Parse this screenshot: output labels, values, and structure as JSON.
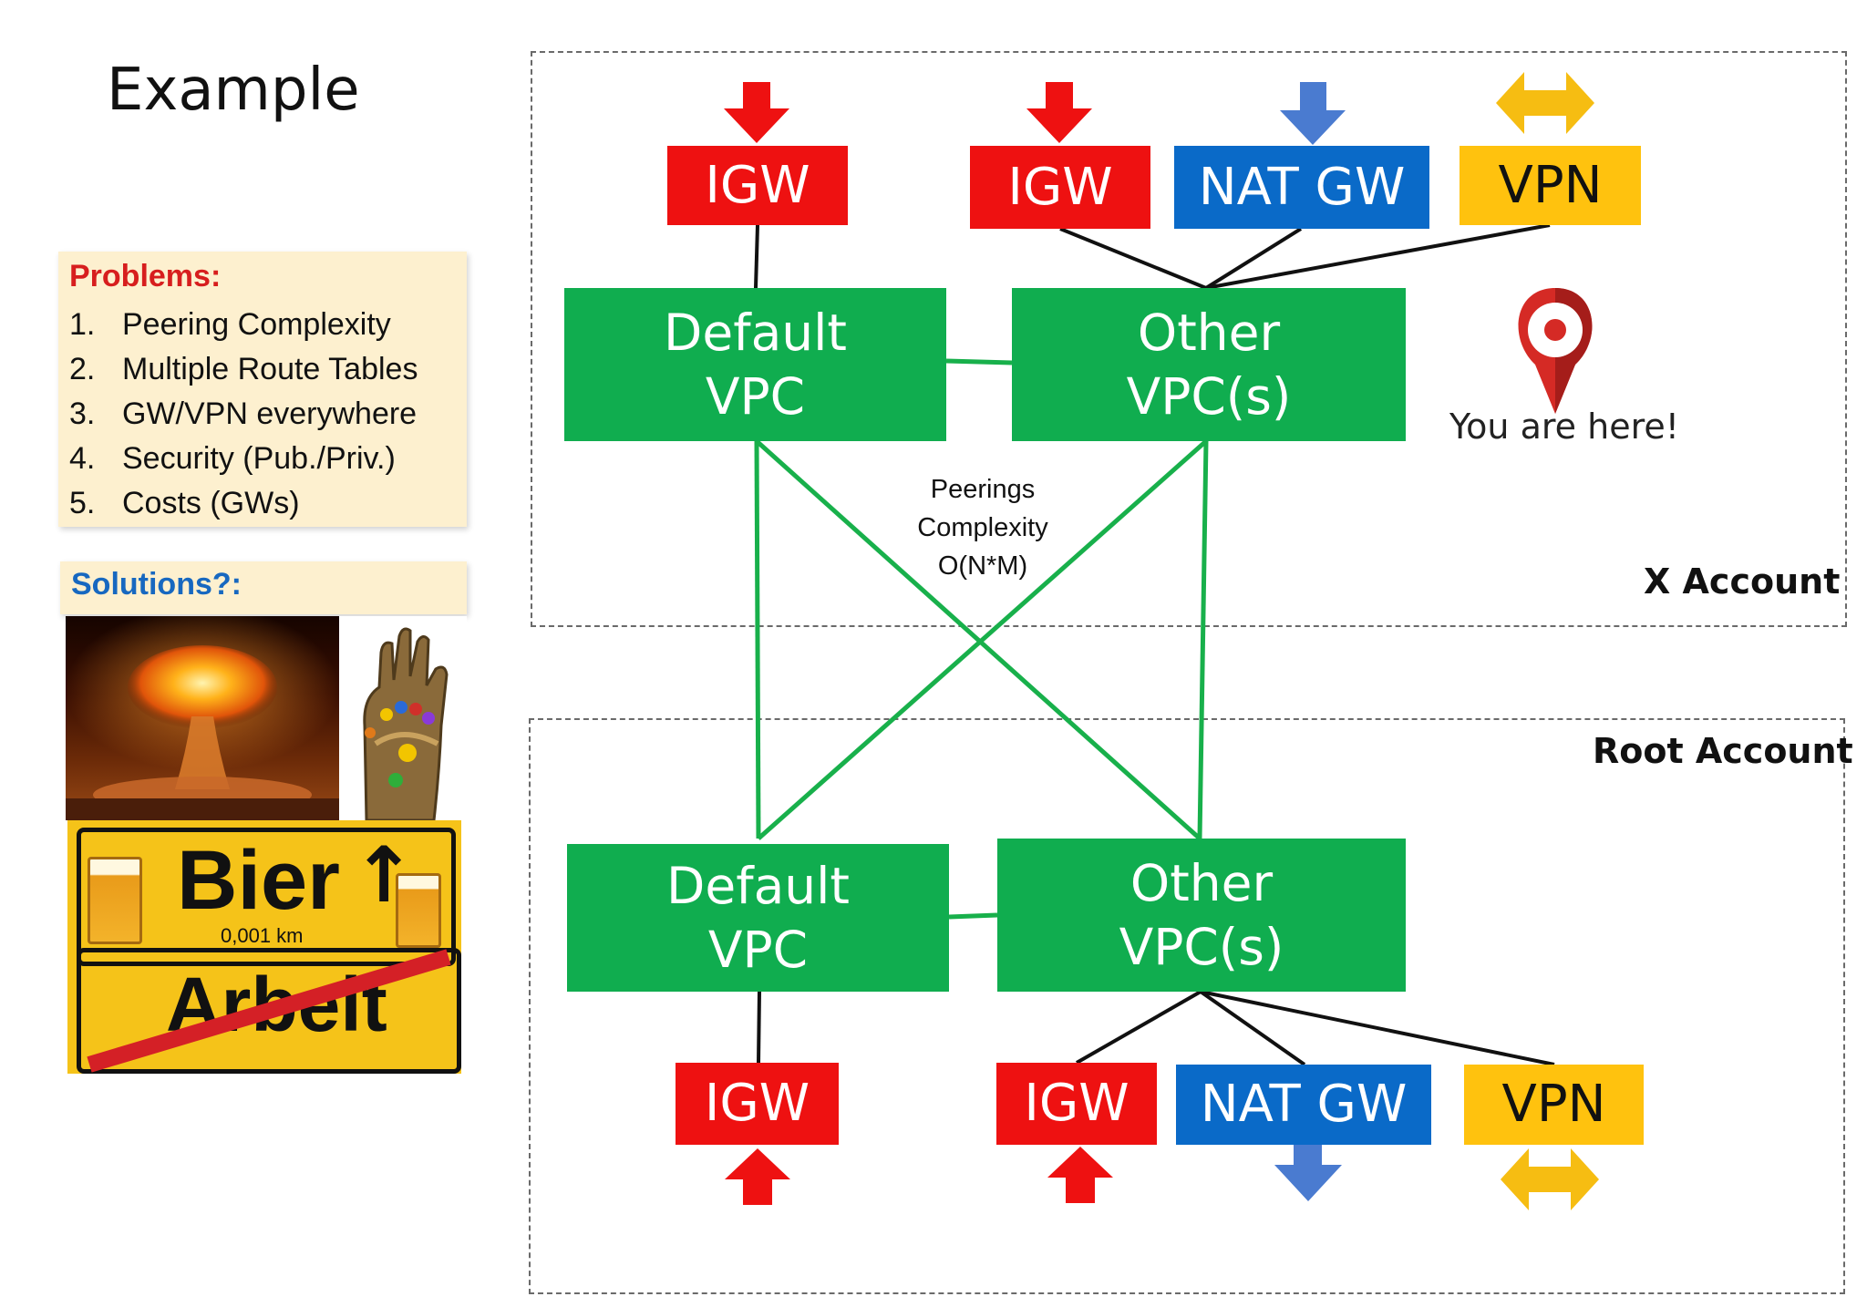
{
  "title": "Example",
  "problems": {
    "heading": "Problems:",
    "items": [
      {
        "num": "1.",
        "text": "Peering Complexity"
      },
      {
        "num": "2.",
        "text": "Multiple Route Tables"
      },
      {
        "num": "3.",
        "text": "GW/VPN everywhere"
      },
      {
        "num": "4.",
        "text": "Security (Pub./Priv.)"
      },
      {
        "num": "5.",
        "text": "Costs (GWs)"
      }
    ]
  },
  "solutions": {
    "heading": "Solutions?:",
    "sign": {
      "top": "Bier",
      "distance": "0,001 km",
      "bottom": "Arbeit"
    }
  },
  "x_account": {
    "label": "X Account",
    "gateways": {
      "igw1": "IGW",
      "igw2": "IGW",
      "natgw": "NAT GW",
      "vpn": "VPN"
    },
    "default_vpc": {
      "line1": "Default",
      "line2": "VPC"
    },
    "other_vpc": {
      "line1": "Other",
      "line2": "VPC(s)"
    },
    "marker": "You are here!"
  },
  "peerings": {
    "line1": "Peerings",
    "line2": "Complexity",
    "line3": "O(N*M)"
  },
  "root_account": {
    "label": "Root Account",
    "gateways": {
      "igw1": "IGW",
      "igw2": "IGW",
      "natgw": "NAT GW",
      "vpn": "VPN"
    },
    "default_vpc": {
      "line1": "Default",
      "line2": "VPC"
    },
    "other_vpc": {
      "line1": "Other",
      "line2": "VPC(s)"
    }
  },
  "colors": {
    "igw": "#ee1111",
    "natgw": "#0a6ac8",
    "vpn": "#ffc20e",
    "vpc": "#10ad4f",
    "peering_line": "#18b04b",
    "nat_arrow": "#4a7bd0",
    "vpn_arrow": "#f6bd12",
    "pin": "#d52a25"
  }
}
